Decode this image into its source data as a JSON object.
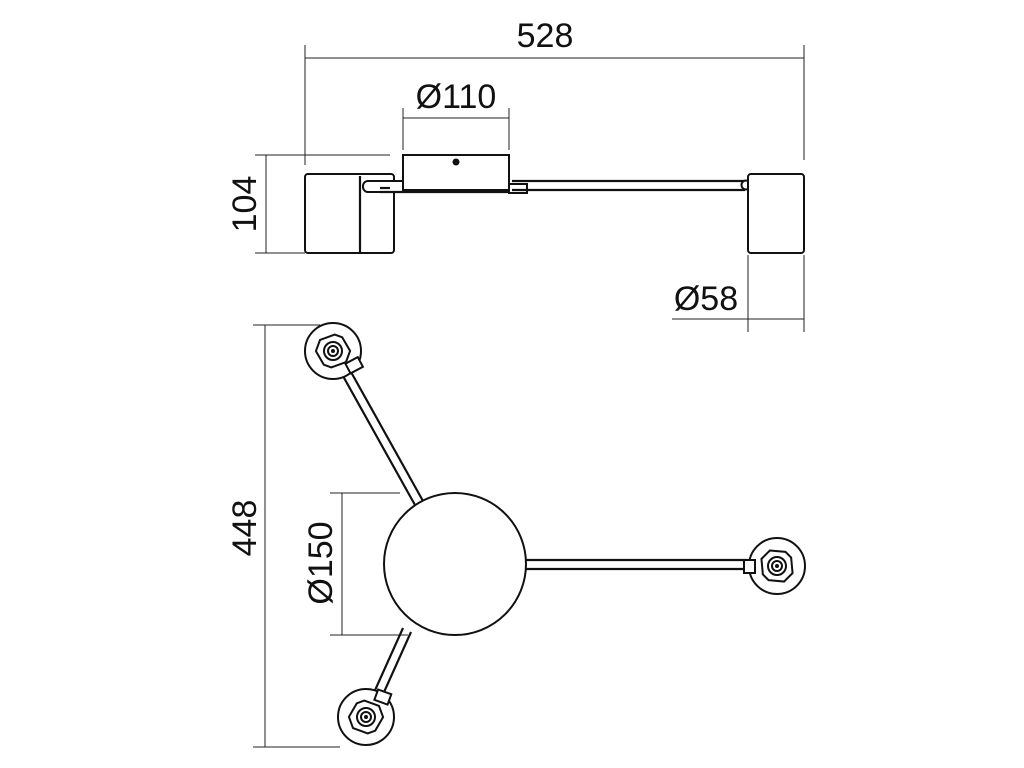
{
  "dimensions": {
    "overall_width": "528",
    "canopy_diameter": "Ø110",
    "height": "104",
    "head_diameter": "Ø58",
    "overall_depth": "448",
    "sphere_diameter": "Ø150"
  },
  "colors": {
    "line": "#111111",
    "background": "#ffffff"
  }
}
